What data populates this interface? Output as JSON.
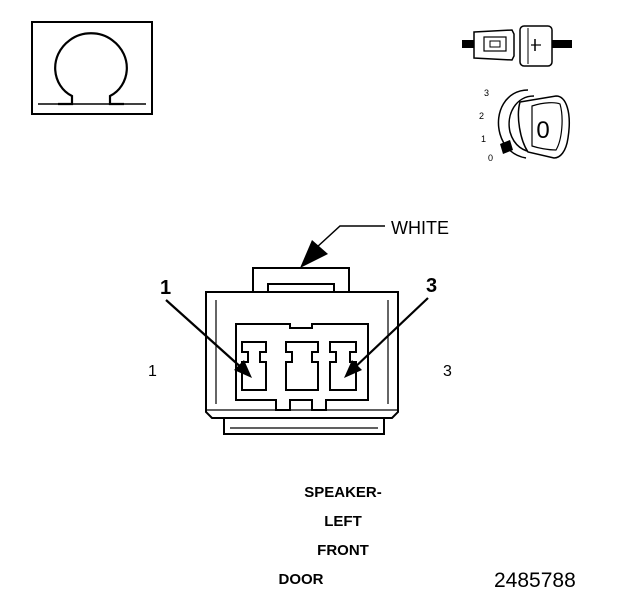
{
  "ohm_symbol": "Ω",
  "key_switch": {
    "positions": [
      "3",
      "2",
      "1",
      "0"
    ],
    "key_label": "0"
  },
  "connector": {
    "wire_color_label": "WHITE",
    "pin_callout_left": "1",
    "pin_callout_right": "3",
    "pin_side_left": "1",
    "pin_side_right": "3"
  },
  "caption": {
    "line1": "SPEAKER-",
    "line2": "LEFT",
    "line3": "FRONT",
    "line4": "DOOR"
  },
  "figure_number": "2485788"
}
